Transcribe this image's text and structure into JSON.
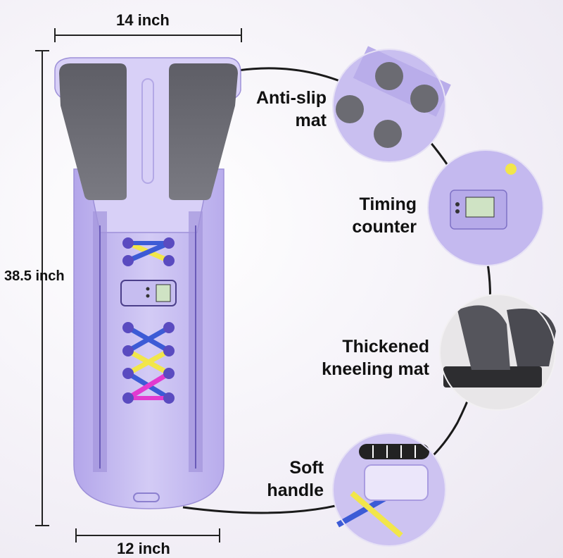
{
  "dimensions": {
    "top_width": "14 inch",
    "height": "38.5 inch",
    "bottom_width": "12 inch"
  },
  "features": [
    {
      "line1": "Anti-slip",
      "line2": "mat",
      "icon": "anti-slip-mat-icon"
    },
    {
      "line1": "Timing",
      "line2": "counter",
      "icon": "timing-counter-icon"
    },
    {
      "line1": "Thickened",
      "line2": "kneeling mat",
      "icon": "kneeling-mat-icon"
    },
    {
      "line1": "Soft",
      "line2": "handle",
      "icon": "soft-handle-icon"
    }
  ],
  "colors": {
    "board": "#c9bff0",
    "board_dark": "#a99ce0",
    "pad": "#6b6b72",
    "band_blue": "#3c5bd6",
    "band_yellow": "#f2e64a",
    "band_magenta": "#e23ad0"
  }
}
